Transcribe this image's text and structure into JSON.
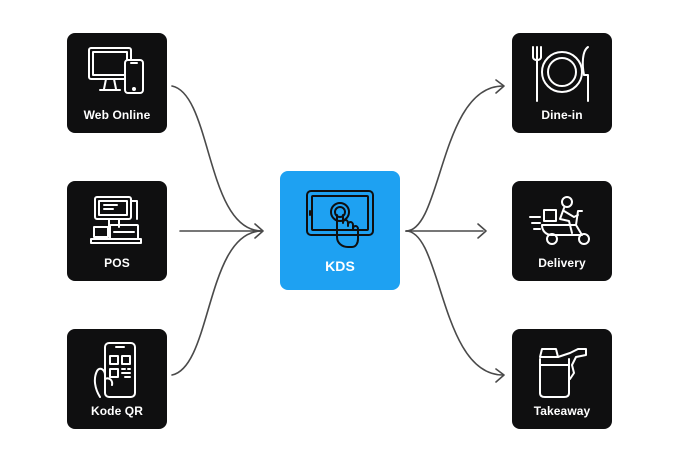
{
  "center": {
    "label": "KDS",
    "icon": "tablet-touch-icon",
    "color": "#1ea1f2"
  },
  "inputs": [
    {
      "label": "Web Online",
      "icon": "desktop-mobile-icon"
    },
    {
      "label": "POS",
      "icon": "pos-register-icon"
    },
    {
      "label": "Kode QR",
      "icon": "phone-qr-icon"
    }
  ],
  "outputs": [
    {
      "label": "Dine-in",
      "icon": "plate-cutlery-icon"
    },
    {
      "label": "Delivery",
      "icon": "scooter-courier-icon"
    },
    {
      "label": "Takeaway",
      "icon": "takeaway-bag-icon"
    }
  ],
  "colors": {
    "tile": "#0f0f10",
    "connector": "#4a4a4a",
    "background": "#ffffff"
  }
}
